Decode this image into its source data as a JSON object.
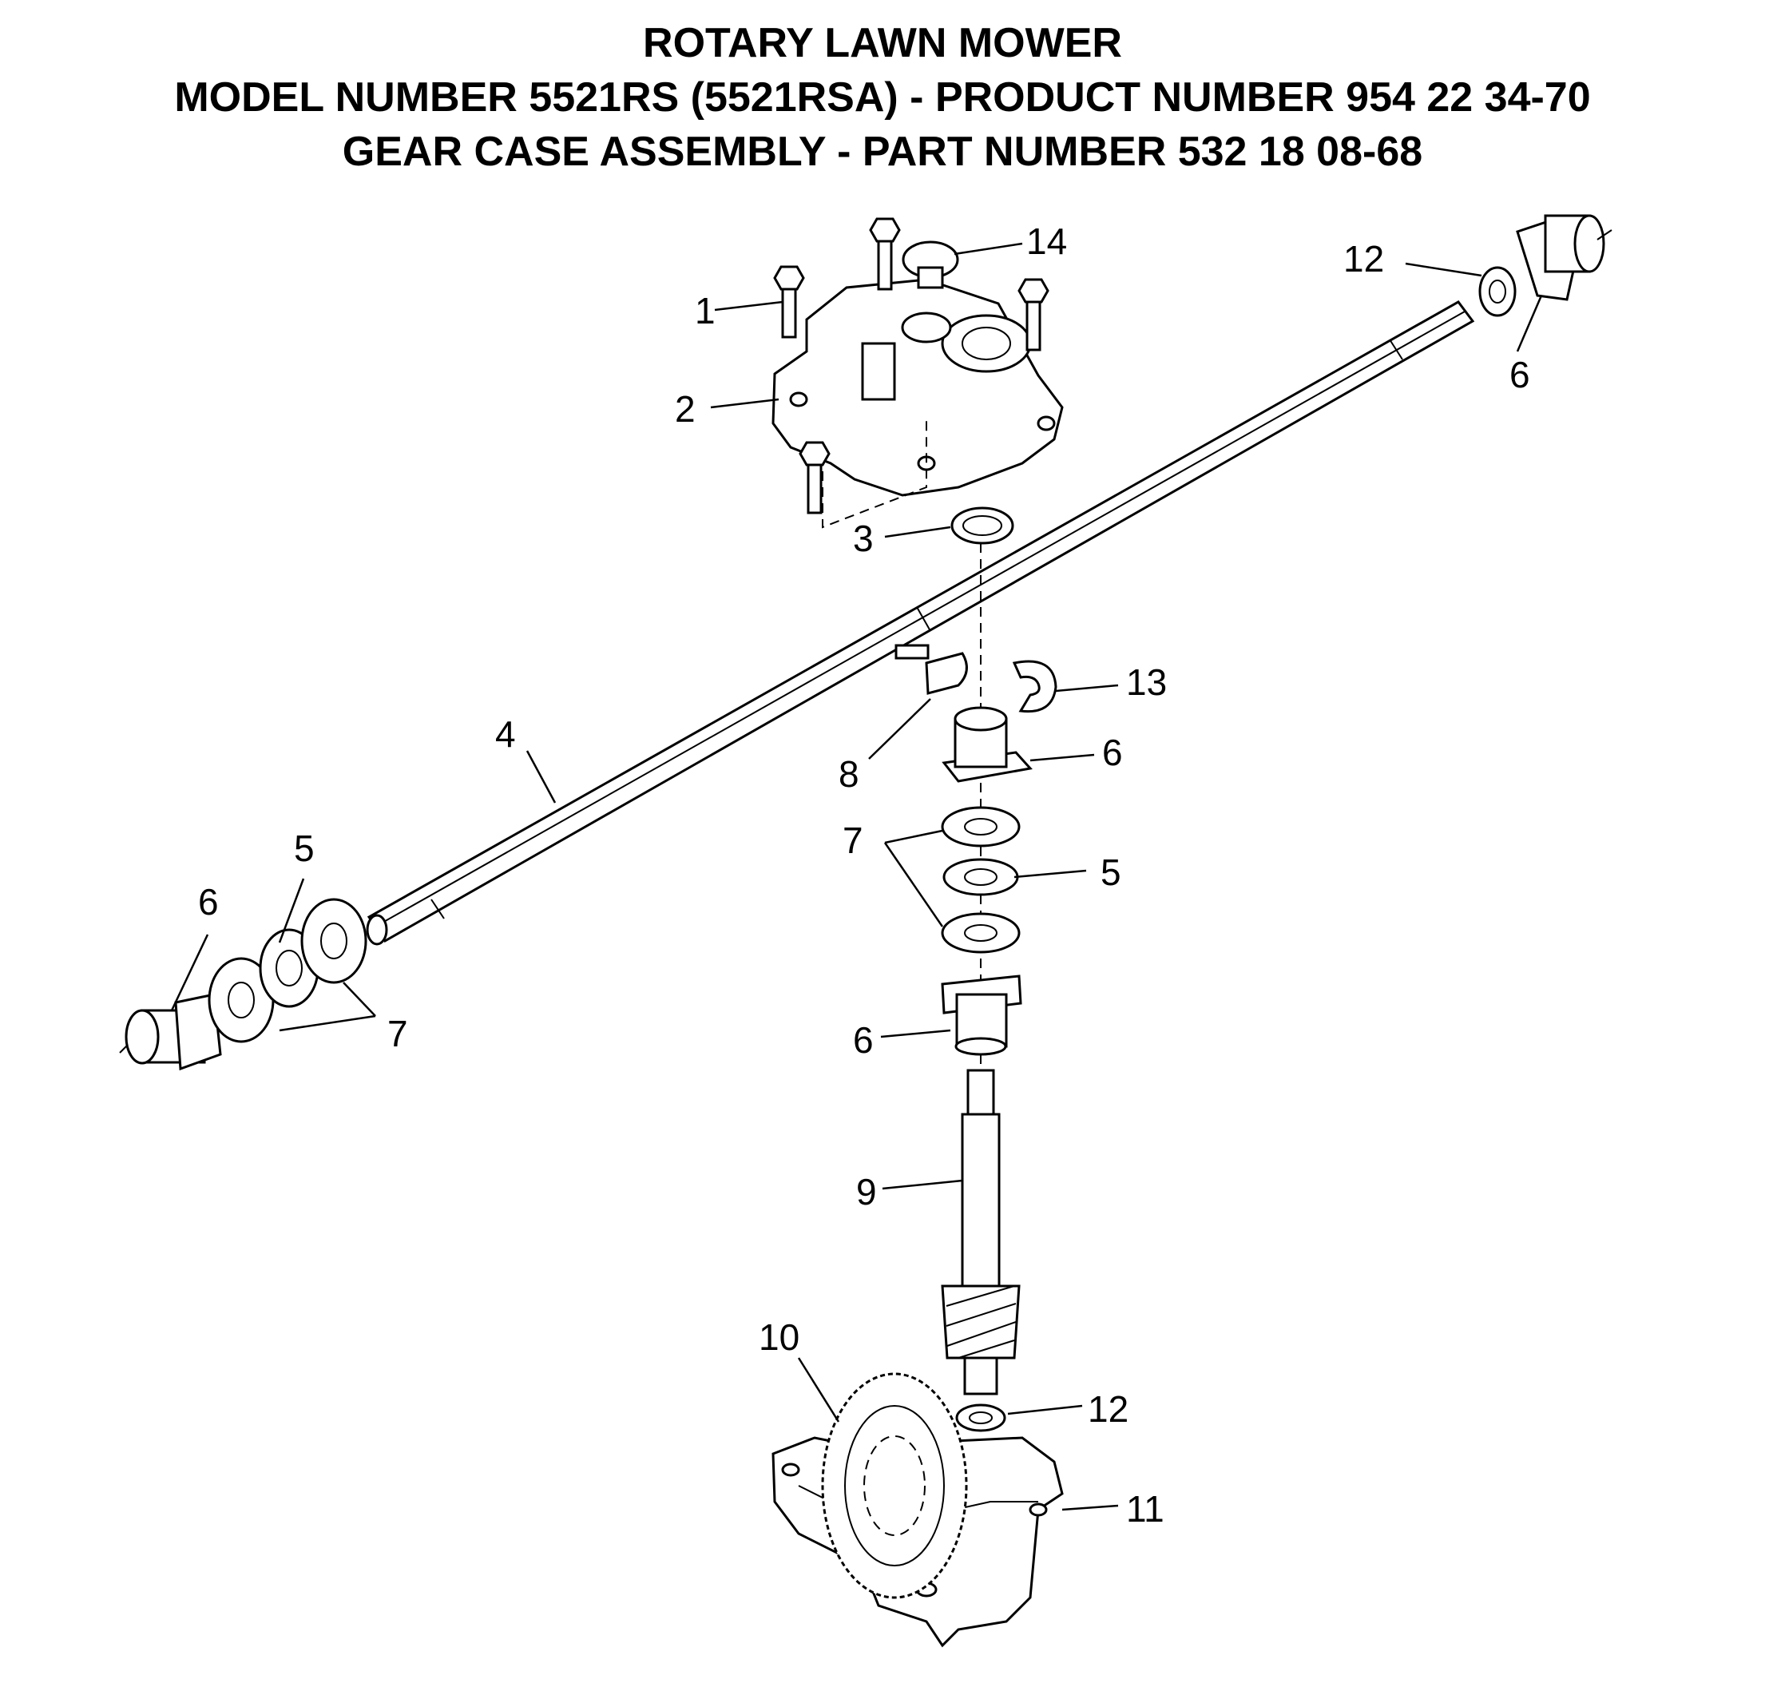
{
  "header": {
    "line1": "ROTARY LAWN MOWER",
    "line2": "MODEL NUMBER 5521RS (5521RSA) - PRODUCT NUMBER 954 22 34-70",
    "line3": "GEAR CASE ASSEMBLY - PART NUMBER 532 18 08-68"
  },
  "callouts": {
    "c1": "1",
    "c2": "2",
    "c3": "3",
    "c4": "4",
    "c5_left": "5",
    "c5_right": "5",
    "c6_top_right": "6",
    "c6_left": "6",
    "c6_mid_upper": "6",
    "c6_mid_lower": "6",
    "c7_left": "7",
    "c7_mid": "7",
    "c8": "8",
    "c9": "9",
    "c10": "10",
    "c11": "11",
    "c12_top": "12",
    "c12_bottom": "12",
    "c13": "13",
    "c14": "14"
  }
}
